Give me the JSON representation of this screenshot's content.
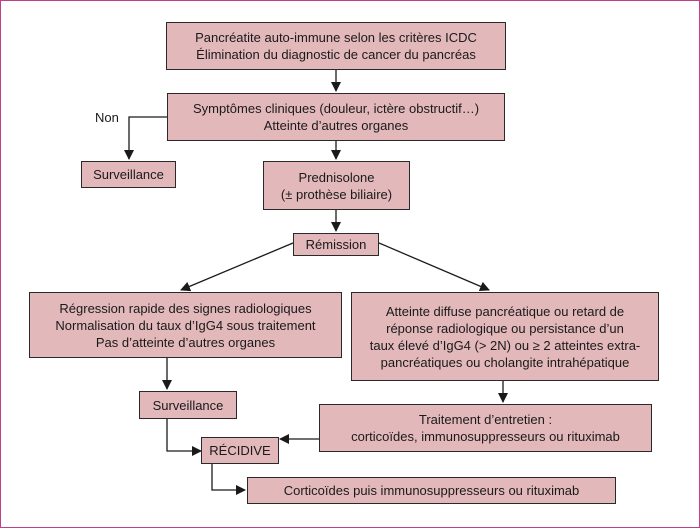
{
  "nodes": {
    "icdc": [
      "Pancréatite auto-immune selon les critères ICDC",
      "Élimination du diagnostic de cancer du pancréas"
    ],
    "symptomes": [
      "Symptômes cliniques (douleur, ictère obstructif…)",
      "Atteinte d’autres organes"
    ],
    "surveillance_top": [
      "Surveillance"
    ],
    "prednisolone": [
      "Prednisolone",
      "(± prothèse biliaire)"
    ],
    "remission": [
      "Rémission"
    ],
    "regression": [
      "Régression rapide des signes radiologiques",
      "Normalisation du taux d’IgG4 sous traitement",
      "Pas d’atteinte d’autres organes"
    ],
    "atteinte_diffuse": [
      "Atteinte diffuse pancréatique ou retard de",
      "réponse radiologique ou persistance d’un",
      "taux élevé d’IgG4 (> 2N) ou ≥ 2 atteintes extra-",
      "pancréatiques ou cholangite intrahépatique"
    ],
    "surveillance_bottom": [
      "Surveillance"
    ],
    "entretien": [
      "Traitement d’entretien :",
      "corticoïdes, immunosuppresseurs ou rituximab"
    ],
    "recidive": [
      "RÉCIDIVE"
    ],
    "cortico_final": [
      "Corticoïdes puis immunosuppresseurs ou rituximab"
    ]
  },
  "labels": {
    "non": "Non"
  },
  "colors": {
    "box_fill": "#e3b8bb",
    "box_border": "#2a2a2a",
    "frame": "#c0408a"
  }
}
